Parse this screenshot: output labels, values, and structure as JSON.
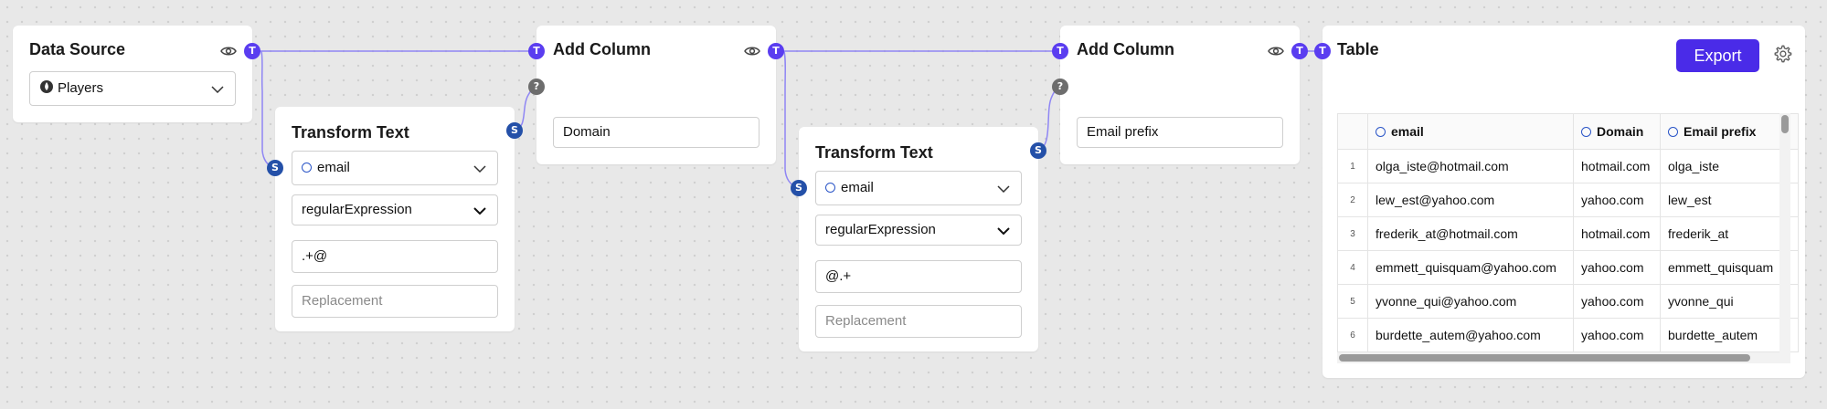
{
  "canvas": {
    "background": "#e8e8e8",
    "accent": "#4a2be8",
    "port_t_color": "#5a3df0",
    "port_s_color": "#2450a8"
  },
  "ports": {
    "t": "T",
    "s": "S",
    "q": "?"
  },
  "data_source": {
    "title": "Data Source",
    "source_value": "Players",
    "icons": [
      "eye-icon",
      "database-icon",
      "chevron-down-icon"
    ]
  },
  "transform1": {
    "title": "Transform Text",
    "column_value": "email",
    "method_value": "regularExpression",
    "pattern_value": ".+@",
    "replacement_placeholder": "Replacement"
  },
  "add_column1": {
    "title": "Add Column",
    "name_value": "Domain"
  },
  "transform2": {
    "title": "Transform Text",
    "column_value": "email",
    "method_value": "regularExpression",
    "pattern_value": "@.+",
    "replacement_placeholder": "Replacement"
  },
  "add_column2": {
    "title": "Add Column",
    "name_value": "Email prefix"
  },
  "table_node": {
    "title": "Table",
    "export_label": "Export",
    "columns": [
      "email",
      "Domain",
      "Email prefix"
    ],
    "rows": [
      {
        "index": "1",
        "email": "olga_iste@hotmail.com",
        "domain": "hotmail.com",
        "prefix": "olga_iste"
      },
      {
        "index": "2",
        "email": "lew_est@yahoo.com",
        "domain": "yahoo.com",
        "prefix": "lew_est"
      },
      {
        "index": "3",
        "email": "frederik_at@hotmail.com",
        "domain": "hotmail.com",
        "prefix": "frederik_at"
      },
      {
        "index": "4",
        "email": "emmett_quisquam@yahoo.com",
        "domain": "yahoo.com",
        "prefix": "emmett_quisquam"
      },
      {
        "index": "5",
        "email": "yvonne_qui@yahoo.com",
        "domain": "yahoo.com",
        "prefix": "yvonne_qui"
      },
      {
        "index": "6",
        "email": "burdette_autem@yahoo.com",
        "domain": "yahoo.com",
        "prefix": "burdette_autem"
      }
    ]
  }
}
